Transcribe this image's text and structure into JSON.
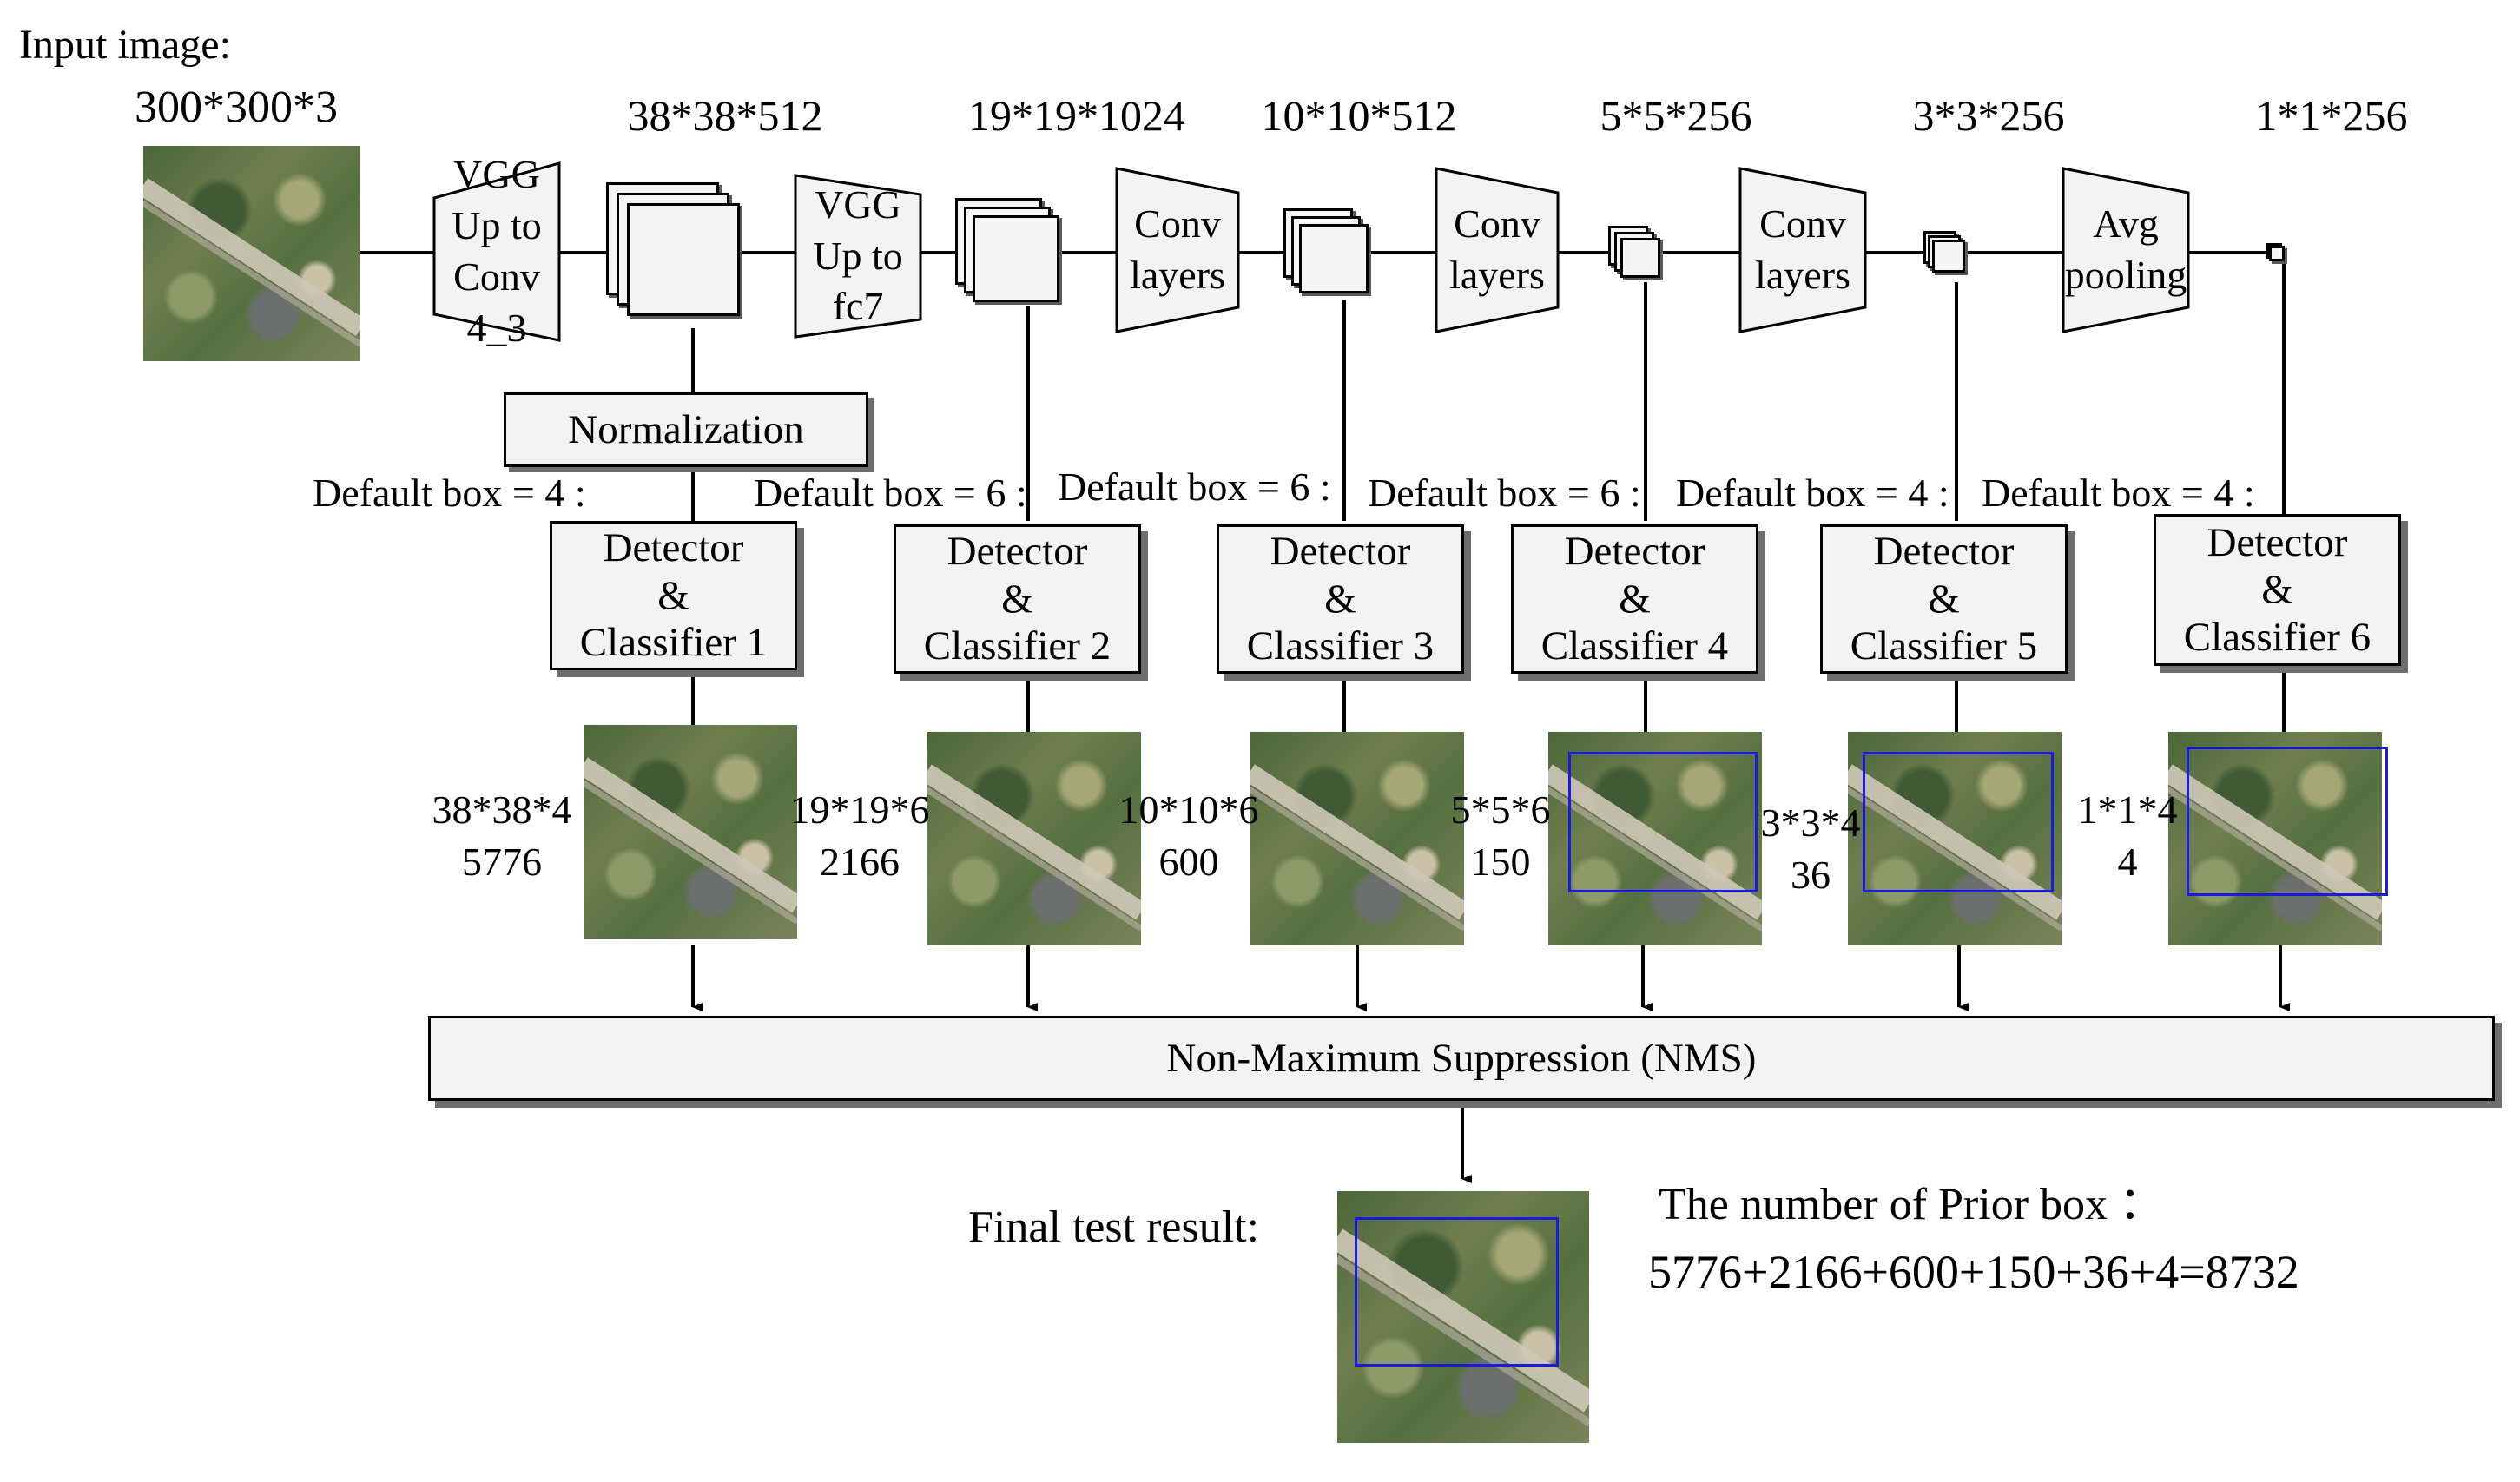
{
  "input": {
    "title": "Input image:",
    "dims": "300*300*3"
  },
  "feature_dims": [
    "38*38*512",
    "19*19*1024",
    "10*10*512",
    "5*5*256",
    "3*3*256",
    "1*1*256"
  ],
  "blocks": {
    "vgg1": [
      "VGG",
      "Up to",
      "Conv",
      "4_3"
    ],
    "vgg2": [
      "VGG",
      "Up to",
      "fc7"
    ],
    "conv1": [
      "Conv",
      "layers"
    ],
    "conv2": [
      "Conv",
      "layers"
    ],
    "conv3": [
      "Conv",
      "layers"
    ],
    "avgpool": [
      "Avg",
      "pooling"
    ]
  },
  "normalization": "Normalization",
  "default_boxes": [
    "Default box = 4 :",
    "Default box = 6 :",
    "Default box = 6 :",
    "Default box = 6 :",
    "Default box = 4 :",
    "Default box = 4 :"
  ],
  "detectors": [
    {
      "line1": "Detector",
      "line2": "&",
      "line3": "Classifier 1"
    },
    {
      "line1": "Detector",
      "line2": "&",
      "line3": "Classifier 2"
    },
    {
      "line1": "Detector",
      "line2": "&",
      "line3": "Classifier 3"
    },
    {
      "line1": "Detector",
      "line2": "&",
      "line3": "Classifier 4"
    },
    {
      "line1": "Detector",
      "line2": "&",
      "line3": "Classifier 5"
    },
    {
      "line1": "Detector",
      "line2": "&",
      "line3": "Classifier 6"
    }
  ],
  "box_counts": [
    {
      "expr": "38*38*4",
      "total": "5776"
    },
    {
      "expr": "19*19*6",
      "total": "2166"
    },
    {
      "expr": "10*10*6",
      "total": "600"
    },
    {
      "expr": "5*5*6",
      "total": "150"
    },
    {
      "expr": "3*3*4",
      "total": "36"
    },
    {
      "expr": "1*1*4",
      "total": "4"
    }
  ],
  "nms": "Non-Maximum Suppression (NMS)",
  "final": {
    "label": "Final test result:",
    "prior_title": "The number of Prior box ：",
    "prior_sum": "5776+2166+600+150+36+4=8732"
  }
}
